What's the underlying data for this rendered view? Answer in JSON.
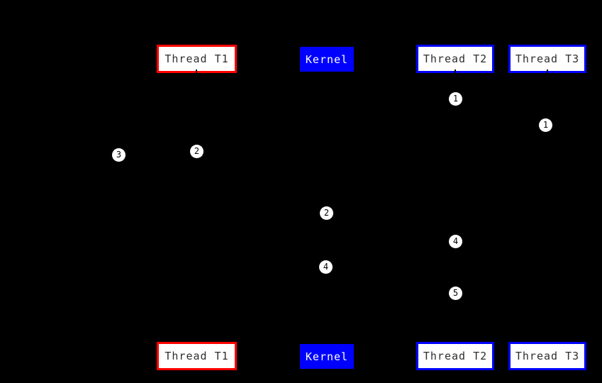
{
  "diagram": {
    "type": "sequence-diagram",
    "background_color": "#000000",
    "colors": {
      "thread_t1_border": "#ff0000",
      "thread_t2_border": "#0000ff",
      "thread_t3_border": "#0000ff",
      "kernel_fill": "#0000ff",
      "actor_fill": "#ffffff",
      "actor_text": "#2e2e2e",
      "kernel_text": "#ffffff",
      "marker_fill": "#ffffff",
      "marker_text": "#000000"
    },
    "actors": [
      {
        "id": "thread-t1",
        "label": "Thread T1"
      },
      {
        "id": "kernel",
        "label": "Kernel"
      },
      {
        "id": "thread-t2",
        "label": "Thread T2"
      },
      {
        "id": "thread-t3",
        "label": "Thread T3"
      }
    ],
    "step_markers": [
      {
        "label": "1"
      },
      {
        "label": "1"
      },
      {
        "label": "2"
      },
      {
        "label": "3"
      },
      {
        "label": "2"
      },
      {
        "label": "4"
      },
      {
        "label": "4"
      },
      {
        "label": "5"
      }
    ]
  }
}
